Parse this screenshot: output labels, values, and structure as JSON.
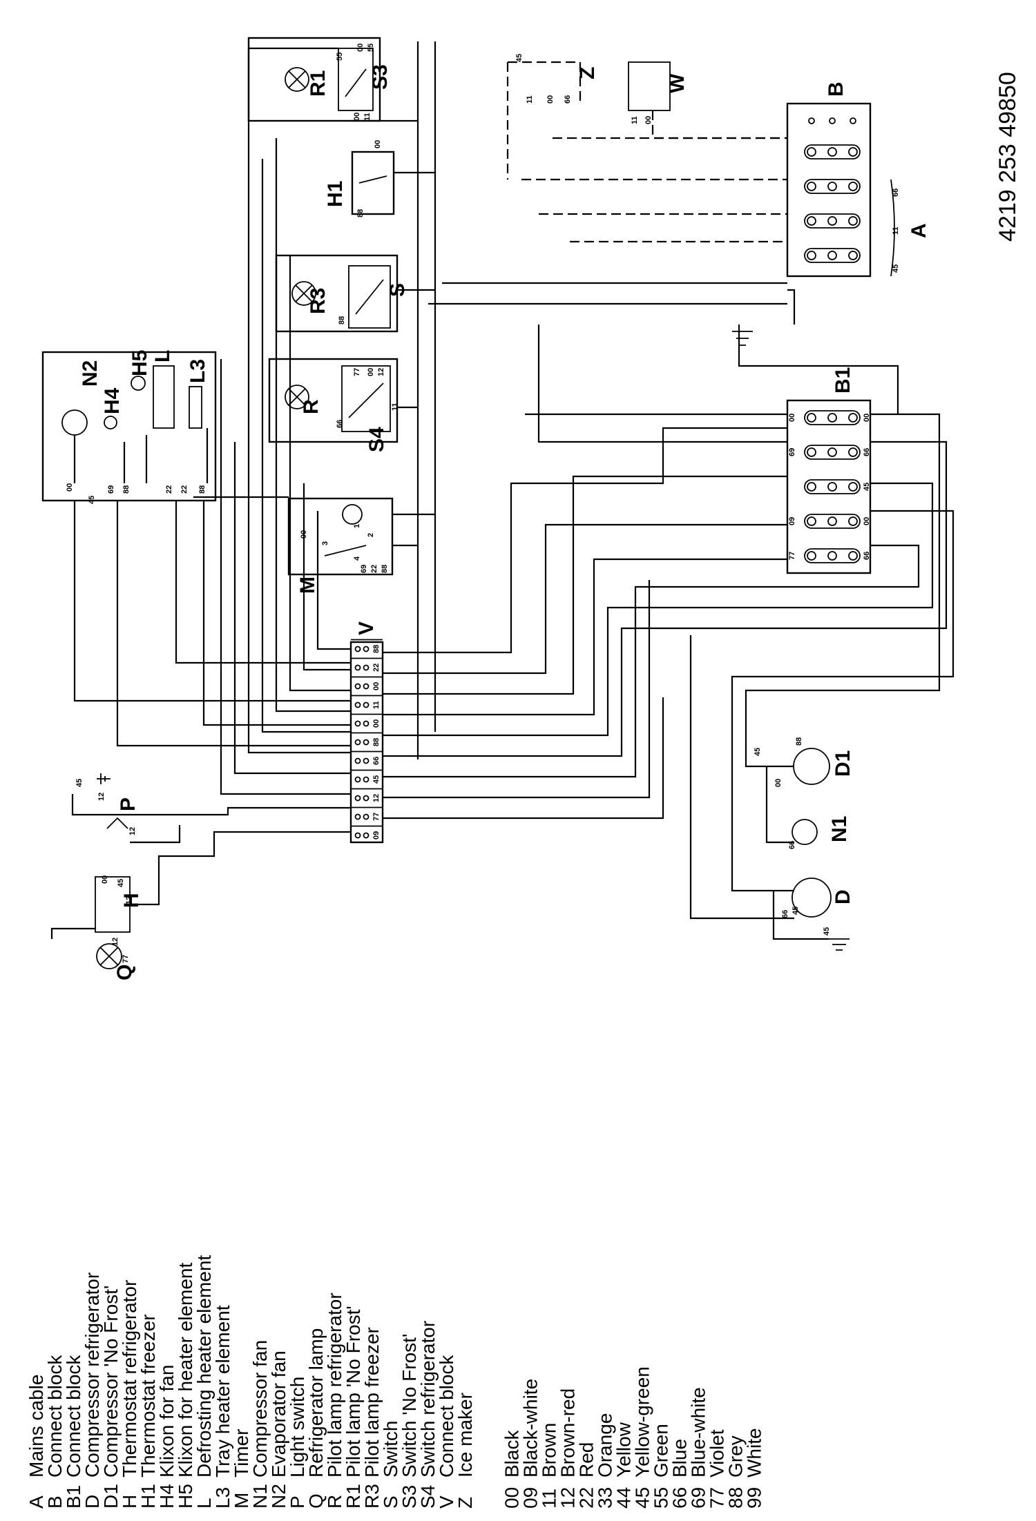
{
  "drawing_number": "4219 253 49850",
  "legend_components": [
    {
      "code": "A",
      "label": "Mains cable"
    },
    {
      "code": "B",
      "label": "Connect block"
    },
    {
      "code": "B1",
      "label": "Connect block"
    },
    {
      "code": "D",
      "label": "Compressor refrigerator"
    },
    {
      "code": "D1",
      "label": "Compressor 'No Frost'"
    },
    {
      "code": "H",
      "label": "Thermostat refrigerator"
    },
    {
      "code": "H1",
      "label": "Thermostat freezer"
    },
    {
      "code": "H4",
      "label": "Klixon for fan"
    },
    {
      "code": "H5",
      "label": "Klixon for heater element"
    },
    {
      "code": "L",
      "label": "Defrosting heater element"
    },
    {
      "code": "L3",
      "label": "Tray heater element"
    },
    {
      "code": "M",
      "label": "Timer"
    },
    {
      "code": "N1",
      "label": "Compressor fan"
    },
    {
      "code": "N2",
      "label": "Evaporator fan"
    },
    {
      "code": "P",
      "label": "Light switch"
    },
    {
      "code": "Q",
      "label": "Refrigerator lamp"
    },
    {
      "code": "R",
      "label": "Pilot lamp refrigerator"
    },
    {
      "code": "R1",
      "label": "Pilot lamp 'No Frost'"
    },
    {
      "code": "R3",
      "label": "Pilot lamp freezer"
    },
    {
      "code": "S",
      "label": "Switch"
    },
    {
      "code": "S3",
      "label": "Switch 'No Frost'"
    },
    {
      "code": "S4",
      "label": "Switch refrigerator"
    },
    {
      "code": "V",
      "label": "Connect block"
    },
    {
      "code": "Z",
      "label": "Ice maker"
    }
  ],
  "legend_colors": [
    {
      "code": "00",
      "label": "Black"
    },
    {
      "code": "09",
      "label": "Black-white"
    },
    {
      "code": "11",
      "label": "Brown"
    },
    {
      "code": "12",
      "label": "Brown-red"
    },
    {
      "code": "22",
      "label": "Red"
    },
    {
      "code": "33",
      "label": "Orange"
    },
    {
      "code": "44",
      "label": "Yellow"
    },
    {
      "code": "45",
      "label": "Yellow-green"
    },
    {
      "code": "55",
      "label": "Green"
    },
    {
      "code": "66",
      "label": "Blue"
    },
    {
      "code": "69",
      "label": "Blue-white"
    },
    {
      "code": "77",
      "label": "Violet"
    },
    {
      "code": "88",
      "label": "Grey"
    },
    {
      "code": "99",
      "label": "White"
    }
  ],
  "labels": {
    "A": "A",
    "B": "B",
    "B1": "B1",
    "D": "D",
    "D1": "D1",
    "H": "H",
    "H1": "H1",
    "H4": "H4",
    "H5": "H5",
    "L": "L",
    "L3": "L3",
    "M": "M",
    "N1": "N1",
    "N2": "N2",
    "P": "P",
    "Q": "Q",
    "R": "R",
    "R1": "R1",
    "R3": "R3",
    "S": "S",
    "S3": "S3",
    "S4": "S4",
    "V": "V",
    "W": "W",
    "Z": "Z"
  },
  "block_V_terminals": [
    "09",
    "77",
    "12",
    "45",
    "66",
    "88",
    "00",
    "11",
    "00",
    "22",
    "88"
  ],
  "block_B_terminals": [
    "66",
    "11",
    "45"
  ],
  "block_B1_left": [
    "77",
    "09",
    "",
    "69",
    "00"
  ],
  "block_B1_right": [
    "66",
    "00",
    "45",
    "66",
    "00"
  ],
  "timer_pins": [
    "00",
    "3",
    "4",
    "1",
    "2",
    "69",
    "22",
    "88"
  ],
  "wire_codes": {
    "c45": "45",
    "c00": "00",
    "c09": "09",
    "c11": "11",
    "c12": "12",
    "c22": "22",
    "c55": "55",
    "c66": "66",
    "c69": "69",
    "c77": "77",
    "c88": "88",
    "c1": "1",
    "c2": "2",
    "c3": "3",
    "c4": "4"
  }
}
